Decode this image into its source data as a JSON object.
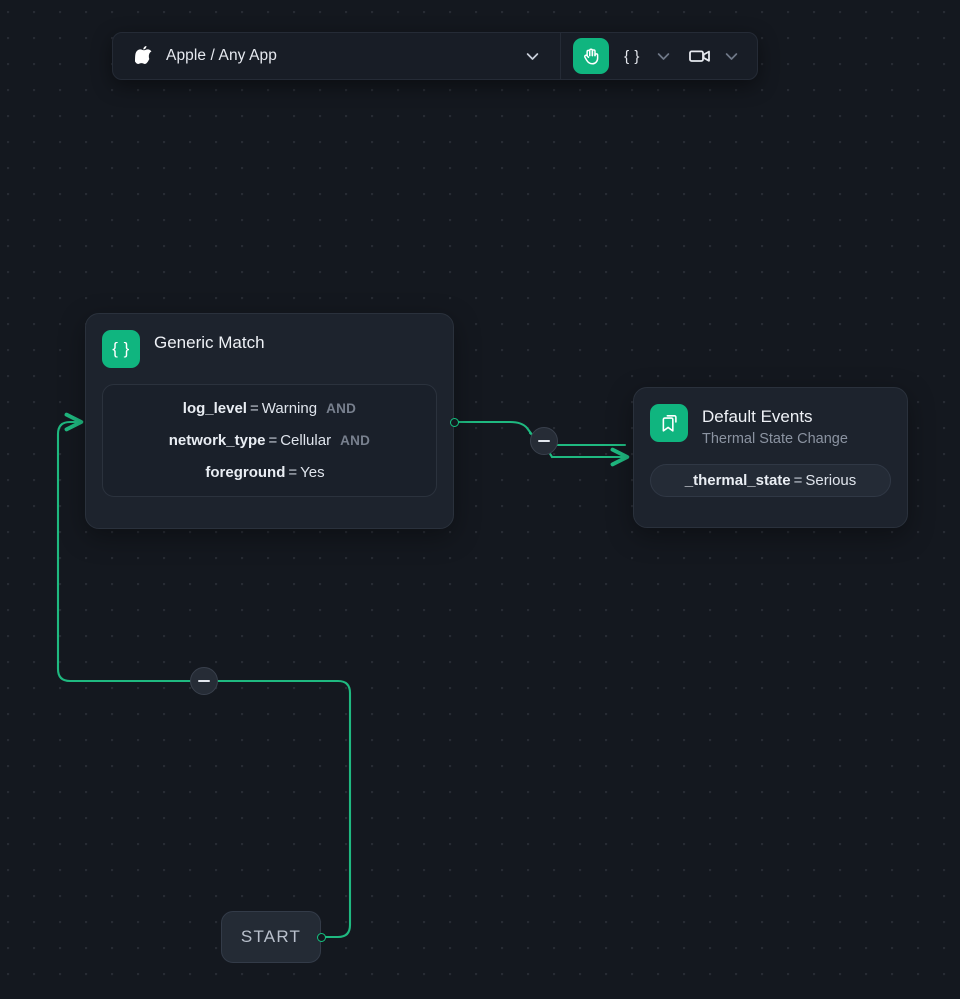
{
  "toolbar": {
    "app_selector": {
      "icon": "apple-logo-icon",
      "label": "Apple / Any App",
      "chevron": "chevron-down-icon"
    },
    "pan_tool": {
      "icon": "hand-pan-icon",
      "active": true,
      "color": "#10b57f"
    },
    "code_tool": {
      "icon": "braces-icon",
      "glyph": "{ }",
      "chevron": "chevron-down-icon"
    },
    "video_tool": {
      "icon": "video-camera-icon",
      "chevron": "chevron-down-icon"
    }
  },
  "nodes": {
    "generic_match": {
      "badge_icon": "braces-icon",
      "badge_glyph": "{ }",
      "title": "Generic Match",
      "conditions": [
        {
          "key": "log_level",
          "op": "=",
          "value": "Warning",
          "logic": "AND"
        },
        {
          "key": "network_type",
          "op": "=",
          "value": "Cellular",
          "logic": "AND"
        },
        {
          "key": "foreground",
          "op": "=",
          "value": "Yes",
          "logic": ""
        }
      ]
    },
    "default_events": {
      "badge_icon": "bookmark-icon",
      "title": "Default Events",
      "subtitle": "Thermal State Change",
      "chip": {
        "key": "_thermal_state",
        "op": "=",
        "value": "Serious"
      }
    },
    "start": {
      "label": "START"
    }
  },
  "edges": [
    {
      "name": "start-to-match",
      "remove_icon": "minus-icon"
    },
    {
      "name": "match-to-events",
      "remove_icon": "minus-icon"
    }
  ],
  "colors": {
    "canvas_bg": "#14181f",
    "node_bg": "#1d232d",
    "accent_green": "#10b57f",
    "edge_green": "#1fb980"
  }
}
